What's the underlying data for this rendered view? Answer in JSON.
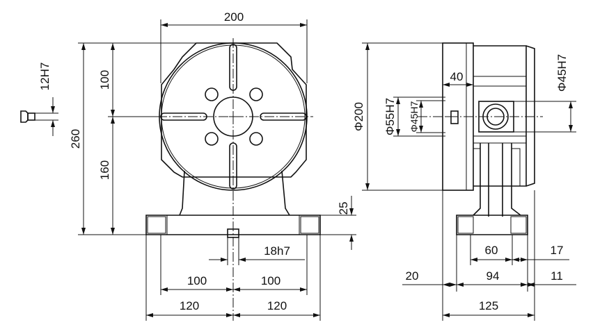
{
  "dimensions": {
    "top_width": "200",
    "total_height": "260",
    "upper_height": "100",
    "lower_height": "160",
    "key_width": "12H7",
    "base_thickness": "25",
    "slot_width": "18h7",
    "bolt_left_inner": "100",
    "bolt_right_inner": "100",
    "base_left_outer": "120",
    "base_right_outer": "120",
    "table_diameter": "Φ200",
    "bore_55": "Φ55H7",
    "bore_45_small": "Φ45H7",
    "bore_45_right": "Φ45H7",
    "flange_depth": "40",
    "foot_60": "60",
    "offset_17": "17",
    "offset_20": "20",
    "span_94": "94",
    "offset_11": "11",
    "overall_125": "125"
  }
}
